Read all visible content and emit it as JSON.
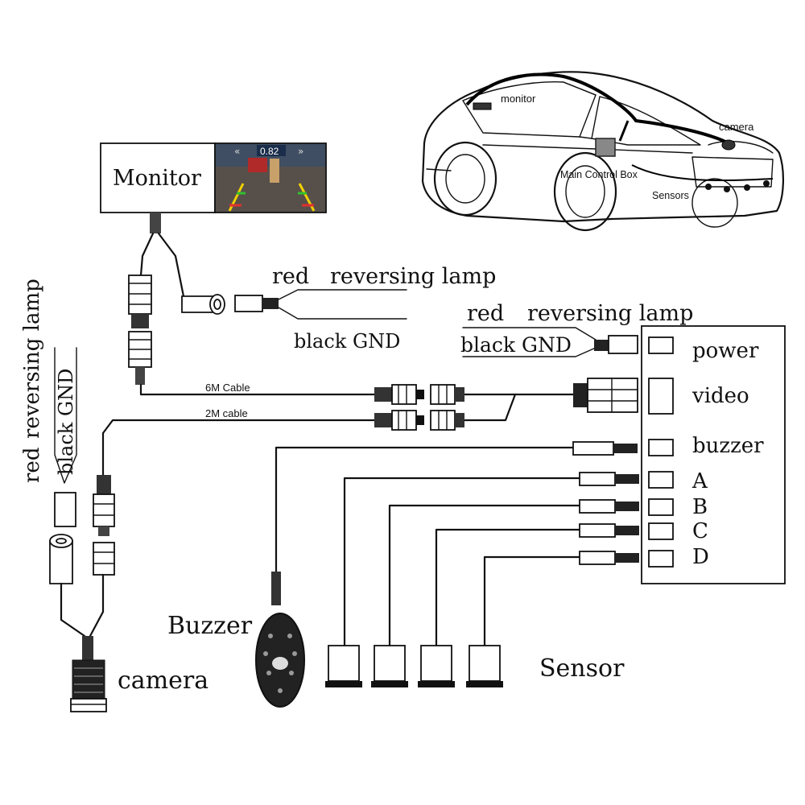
{
  "monitor": {
    "label": "Monitor",
    "screen_readout": "0.82"
  },
  "monitor_harness": {
    "red": "red",
    "reversing_lamp": "reversing lamp",
    "black_gnd": "black  GND"
  },
  "power_harness": {
    "red": "red",
    "reversing_lamp": "reversing lamp",
    "black_gnd": "black  GND"
  },
  "camera_harness": {
    "red": "red",
    "reversing_lamp": "reversing lamp",
    "black_gnd": "black GND"
  },
  "cables": {
    "six_m": "6M Cable",
    "two_m": "2M cable"
  },
  "control_box_ports": [
    "power",
    "video",
    "buzzer",
    "A",
    "B",
    "C",
    "D"
  ],
  "buzzer": {
    "label": "Buzzer"
  },
  "sensor": {
    "label": "Sensor"
  },
  "camera": {
    "label": "camera"
  },
  "car_callouts": {
    "monitor": "monitor",
    "camera": "camera",
    "main_control_box": "Main Control Box",
    "sensors": "Sensors"
  }
}
